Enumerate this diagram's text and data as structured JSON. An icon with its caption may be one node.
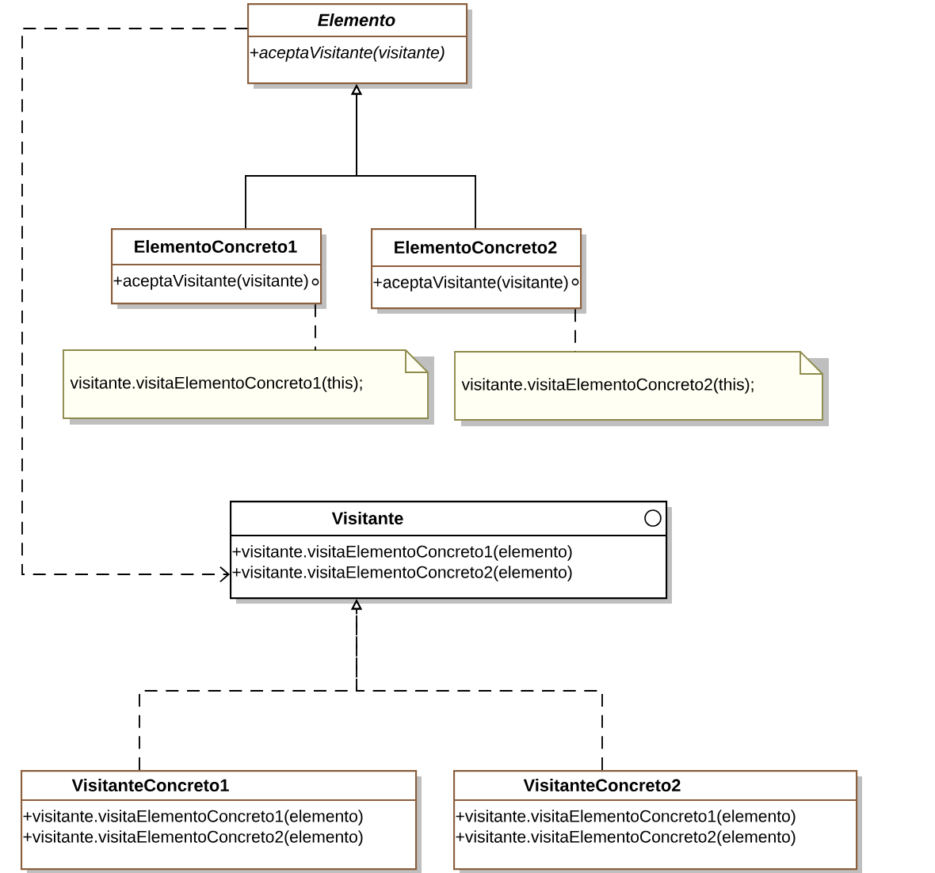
{
  "diagram": {
    "nodes": [
      {
        "text": [
          "Elemento",
          "+aceptaVisitante(visitante)"
        ]
      },
      {
        "text": [
          "ElementoConcreto1",
          "+aceptaVisitante(visitante)"
        ]
      },
      {
        "text": [
          "ElementoConcreto2",
          "+aceptaVisitante(visitante)"
        ]
      },
      {
        "text": [
          "visitante.visitaElementoConcreto1(this);"
        ]
      },
      {
        "text": [
          "visitante.visitaElementoConcreto2(this);"
        ]
      },
      {
        "text": [
          "Visitante",
          "+visitante.visitaElementoConcreto1(elemento)",
          "+visitante.visitaElementoConcreto2(elemento)"
        ]
      },
      {
        "text": [
          "VisitanteConcreto1",
          "+visitante.visitaElementoConcreto1(elemento)",
          "+visitante.visitaElementoConcreto2(elemento)"
        ]
      },
      {
        "text": [
          "VisitanteConcreto2",
          "+visitante.visitaElementoConcreto1(elemento)",
          "+visitante.visitaElementoConcreto2(elemento)"
        ]
      }
    ],
    "edges": [
      {
        "from": 1,
        "to": 0,
        "arrow": "to"
      },
      {
        "from": 2,
        "to": 0,
        "arrow": "to"
      },
      {
        "from": 1,
        "to": 3,
        "arrow": "none",
        "style": "dashed"
      },
      {
        "from": 2,
        "to": 4,
        "arrow": "none",
        "style": "dashed"
      },
      {
        "from": 0,
        "to": 5,
        "arrow": "to",
        "style": "dashed"
      },
      {
        "from": 6,
        "to": 5,
        "arrow": "to",
        "style": "dashed"
      },
      {
        "from": 7,
        "to": 5,
        "arrow": "to",
        "style": "dashed"
      }
    ]
  }
}
